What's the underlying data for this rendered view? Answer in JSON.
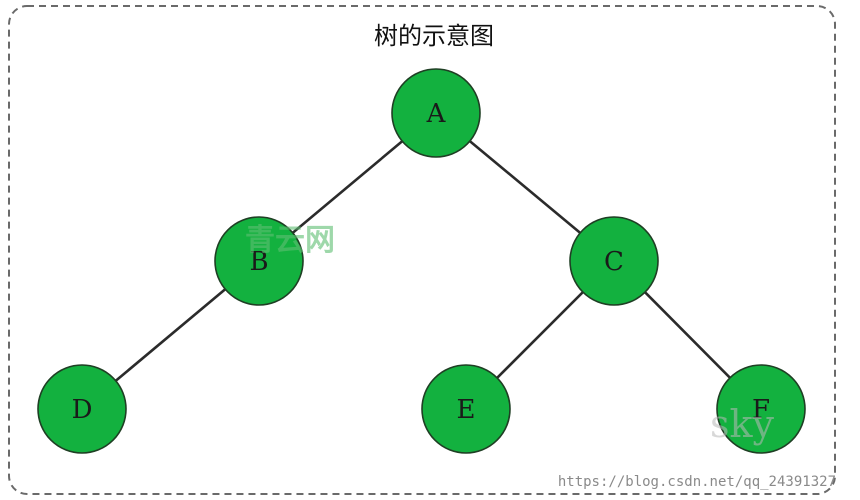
{
  "title": "树的示意图",
  "node_color": "#13b13f",
  "nodes": [
    {
      "id": "A",
      "label": "A"
    },
    {
      "id": "B",
      "label": "B"
    },
    {
      "id": "C",
      "label": "C"
    },
    {
      "id": "D",
      "label": "D"
    },
    {
      "id": "E",
      "label": "E"
    },
    {
      "id": "F",
      "label": "F"
    }
  ],
  "edges": [
    {
      "from": "A",
      "to": "B"
    },
    {
      "from": "A",
      "to": "C"
    },
    {
      "from": "B",
      "to": "D"
    },
    {
      "from": "C",
      "to": "E"
    },
    {
      "from": "C",
      "to": "F"
    }
  ],
  "watermarks": {
    "site_logo": "青云网",
    "sky": "sky",
    "url": "https://blog.csdn.net/qq_24391327"
  }
}
